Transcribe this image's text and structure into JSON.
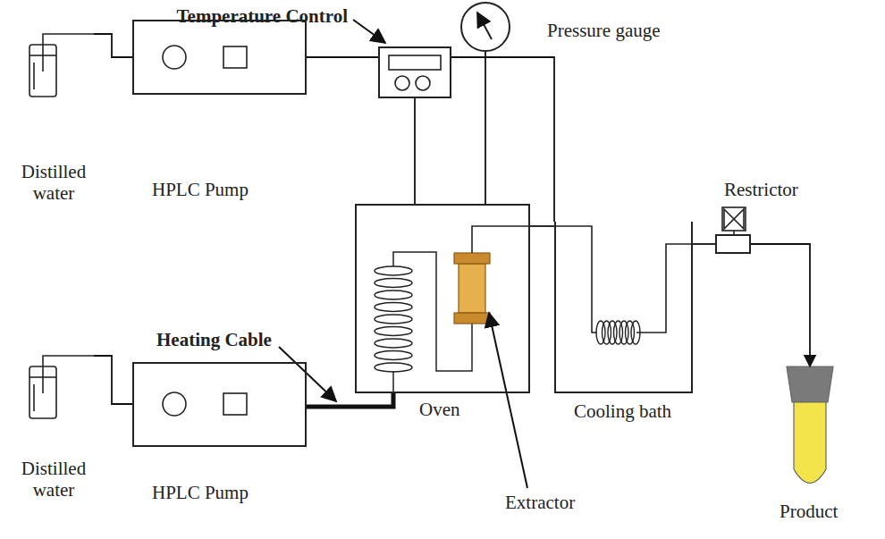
{
  "diagram": {
    "nodes": [
      {
        "text": [
          "Distilled water"
        ]
      },
      {
        "text": [
          "HPLC Pump"
        ]
      },
      {
        "text": [
          "Temperature Control"
        ]
      },
      {
        "text": [
          "Pressure gauge"
        ]
      },
      {
        "text": [
          "Oven"
        ]
      },
      {
        "text": [
          "Cooling bath"
        ]
      },
      {
        "text": [
          "Restrictor"
        ]
      },
      {
        "text": [
          "Product"
        ]
      },
      {
        "text": [
          "Distilled water"
        ]
      },
      {
        "text": [
          "HPLC Pump"
        ]
      }
    ],
    "edges": [
      {
        "from": 0,
        "to": 1,
        "arrow": "none"
      },
      {
        "from": 1,
        "to": 5,
        "arrow": "none"
      },
      {
        "from": 2,
        "to": 4,
        "arrow": "none"
      },
      {
        "from": 3,
        "to": 4,
        "arrow": "none"
      },
      {
        "from": 8,
        "to": 9,
        "arrow": "none"
      },
      {
        "from": 9,
        "to": 4,
        "arrow": "none"
      },
      {
        "from": 4,
        "to": 5,
        "arrow": "none"
      },
      {
        "from": 5,
        "to": 6,
        "arrow": "none"
      },
      {
        "from": 6,
        "to": 7,
        "arrow": "to"
      }
    ],
    "labels": [
      "Heating Cable",
      "Extractor"
    ]
  }
}
